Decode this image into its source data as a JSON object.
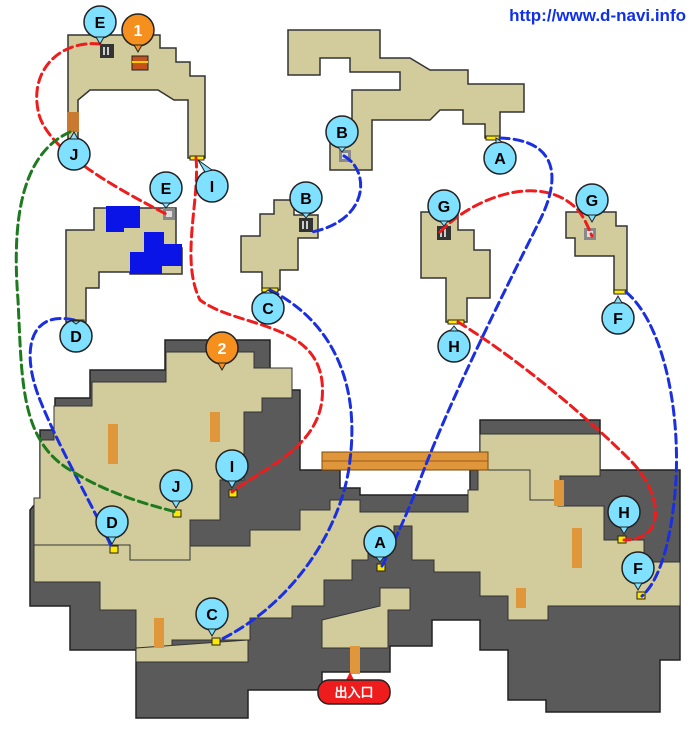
{
  "header": {
    "url": "http://www.d-navi.info"
  },
  "colors": {
    "floor": "#d2cc9c",
    "wall": "#5a5a5a",
    "path_red": "#ee1c1c",
    "path_blue": "#1a2fe0",
    "path_green": "#1e7a1e",
    "marker": "#7fe0ff",
    "treasure_marker": "#f5901e",
    "water": "#0a14e6"
  },
  "markers": {
    "top_e": "E",
    "top_1": "1",
    "top_j": "J",
    "top_i": "I",
    "top_b": "B",
    "top_a": "A",
    "mid_e": "E",
    "mid_b": "B",
    "mid_c": "C",
    "mid_g": "G",
    "mid_h": "H",
    "mid_g2": "G",
    "mid_f": "F",
    "mid_d": "D",
    "cave_2": "2",
    "cave_i": "I",
    "cave_j": "J",
    "cave_d": "D",
    "cave_a": "A",
    "cave_h": "H",
    "cave_f": "F",
    "cave_c": "C"
  },
  "exit": {
    "label": "出入口"
  },
  "icons": {
    "stairs": "stairs-icon",
    "treasure": "treasure-chest-icon"
  }
}
